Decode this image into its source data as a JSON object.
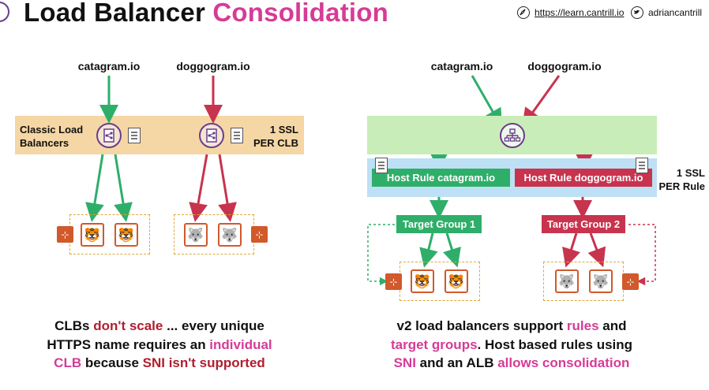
{
  "header": {
    "title_plain": "Load Balancer",
    "title_accent": "Consolidation",
    "link_url": "https://learn.cantrill.io",
    "link_handle": "adriancantrill"
  },
  "left": {
    "domain1": "catagram.io",
    "domain2": "doggogram.io",
    "clb_label_line1": "Classic Load",
    "clb_label_line2": "Balancers",
    "ssl_line1": "1 SSL",
    "ssl_line2": "PER CLB",
    "caption": {
      "l1_a": "CLBs ",
      "l1_b": "don't scale",
      "l1_c": " ... every unique",
      "l2_a": "HTTPS name requires an ",
      "l2_b": "individual",
      "l3_a": "CLB",
      "l3_b": " because ",
      "l3_c": "SNI isn't supported"
    }
  },
  "right": {
    "domain1": "catagram.io",
    "domain2": "doggogram.io",
    "rule1": "Host Rule catagram.io",
    "rule2": "Host Rule doggogram.io",
    "ssl_line1": "1 SSL",
    "ssl_line2": "PER Rule",
    "tg1": "Target Group 1",
    "tg2": "Target Group 2",
    "caption": {
      "l1_a": "v2 load balancers support ",
      "l1_b": "rules",
      "l1_c": " and",
      "l2_a": "target groups",
      "l2_b": ". Host based rules using",
      "l3_a": "SNI",
      "l3_b": " and an ALB ",
      "l3_c": "allows consolidation"
    }
  },
  "colors": {
    "green": "#2fae6a",
    "red": "#c8334e",
    "pink": "#d63b97",
    "orange_band": "#f5d6a5",
    "green_band": "#c9edb8",
    "blue_band": "#bde0f5",
    "ec2_orange": "#d1592b",
    "purple": "#6a3c8e"
  },
  "icons": {
    "cat": "cat-face-icon",
    "dog": "husky-dog-icon",
    "certificate": "ssl-certificate-icon",
    "clb": "classic-load-balancer-icon",
    "alb": "application-load-balancer-icon",
    "asg": "auto-scaling-icon",
    "compass": "compass-icon",
    "twitter": "twitter-bird-icon"
  }
}
